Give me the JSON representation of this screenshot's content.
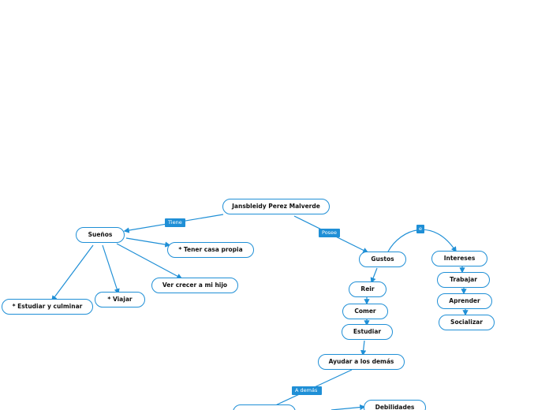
{
  "mindmap": {
    "nodes": {
      "root": "Jansbleidy Perez Malverde",
      "suenos": "Sueños",
      "casa": "* Tener casa propia",
      "crecer": "Ver crecer a mi hijo",
      "viajar": "* Viajar",
      "estudiar_culminar": "* Estudiar y culminar",
      "gustos": "Gustos",
      "reir": "Reir",
      "comer": "Comer",
      "estudiar": "Estudiar",
      "ayudar": "Ayudar a los demás",
      "intereses": "Intereses",
      "trabajar": "Trabajar",
      "aprender": "Aprender",
      "socializar": "Socializar",
      "debilidades": "Debilidades"
    },
    "labels": {
      "tiene": "Tiene",
      "posee": "Posee",
      "e": "e",
      "a_demas": "A demás"
    },
    "colors": {
      "accent": "#1f8fd6",
      "text": "#111111",
      "background": "#ffffff"
    }
  }
}
